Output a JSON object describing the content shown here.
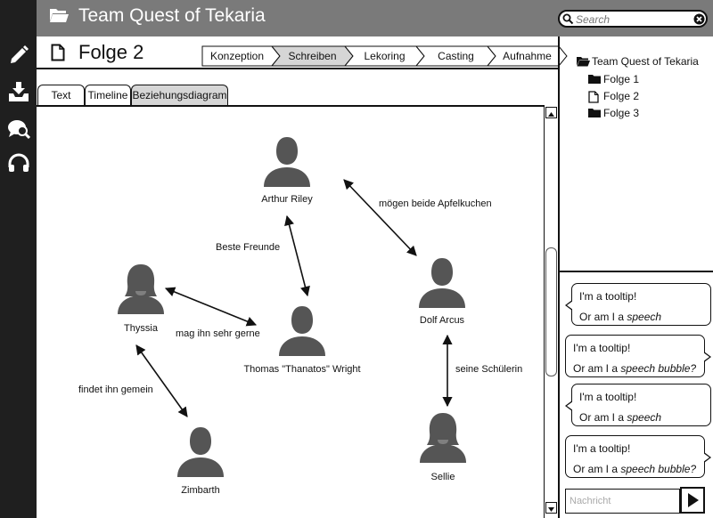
{
  "app": {
    "title": "Team Quest of Tekaria"
  },
  "search": {
    "placeholder": "Search"
  },
  "document": {
    "title": "Folge 2"
  },
  "pipeline": {
    "steps": [
      {
        "label": "Konzeption",
        "active": false
      },
      {
        "label": "Schreiben",
        "active": true
      },
      {
        "label": "Lekoring",
        "active": false
      },
      {
        "label": "Casting",
        "active": false
      },
      {
        "label": "Aufnahme",
        "active": false
      }
    ]
  },
  "tabs": [
    {
      "label": "Text",
      "active": false
    },
    {
      "label": "Timeline",
      "active": false
    },
    {
      "label": "Beziehungsdiagram",
      "active": true
    }
  ],
  "diagram": {
    "characters": [
      {
        "id": "arthur",
        "name": "Arthur Riley",
        "gender": "male"
      },
      {
        "id": "thyssia",
        "name": "Thyssia",
        "gender": "female"
      },
      {
        "id": "thomas",
        "name": "Thomas \"Thanatos\" Wright",
        "gender": "male"
      },
      {
        "id": "dolf",
        "name": "Dolf Arcus",
        "gender": "male"
      },
      {
        "id": "zimbarth",
        "name": "Zimbarth",
        "gender": "male"
      },
      {
        "id": "sellie",
        "name": "Sellie",
        "gender": "female"
      }
    ],
    "relations": [
      {
        "from": "arthur",
        "to": "dolf",
        "label": "mögen beide Apfelkuchen"
      },
      {
        "from": "thomas",
        "to": "arthur",
        "label": "Beste Freunde"
      },
      {
        "from": "thomas",
        "to": "thyssia",
        "label": "mag ihn sehr gerne"
      },
      {
        "from": "thyssia",
        "to": "zimbarth",
        "label": "findet ihn gemein"
      },
      {
        "from": "dolf",
        "to": "sellie",
        "label": "seine Schülerin"
      }
    ]
  },
  "tree": {
    "root": "Team Quest of Tekaria",
    "items": [
      {
        "label": "Folge 1",
        "icon": "folder-icon"
      },
      {
        "label": "Folge 2",
        "icon": "document-icon"
      },
      {
        "label": "Folge 3",
        "icon": "folder-icon"
      }
    ]
  },
  "chat": {
    "messages": [
      {
        "line1": "I'm a tooltip!",
        "line2_prefix": "Or am I a ",
        "line2_em": "speech",
        "side": "left"
      },
      {
        "line1": "I'm a tooltip!",
        "line2_prefix": "Or am I a ",
        "line2_em": "speech bubble?",
        "side": "right"
      },
      {
        "line1": "I'm a tooltip!",
        "line2_prefix": "Or am I a ",
        "line2_em": "speech",
        "side": "left"
      },
      {
        "line1": "I'm a tooltip!",
        "line2_prefix": "Or am I a ",
        "line2_em": "speech bubble?",
        "side": "right"
      }
    ],
    "input_placeholder": "Nachricht"
  }
}
